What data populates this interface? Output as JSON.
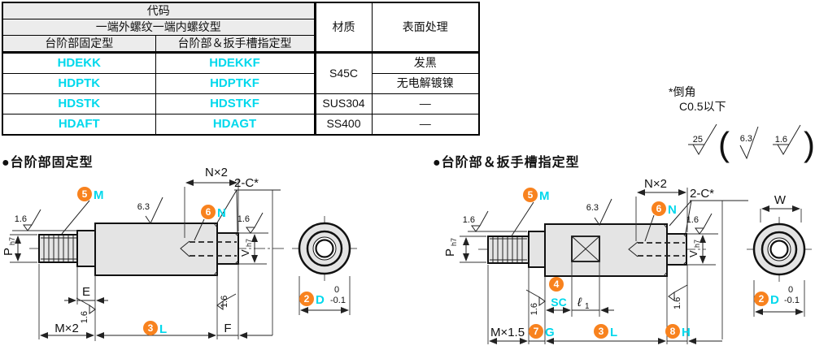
{
  "colors": {
    "accent_orange": "#f8821e",
    "accent_cyan": "#00d8ec"
  },
  "table": {
    "h_code": "代码",
    "h_thread_type": "一端外螺纹一端内螺纹型",
    "h_col_fixed": "台阶部固定型",
    "h_col_wrench": "台阶部＆扳手槽指定型",
    "h_material": "材质",
    "h_surface": "表面处理",
    "rows": [
      {
        "fixed": "HDEKK",
        "wrench": "HDEKKF"
      },
      {
        "fixed": "HDPTK",
        "wrench": "HDPTKF"
      },
      {
        "fixed": "HDSTK",
        "wrench": "HDSTKF"
      },
      {
        "fixed": "HDAFT",
        "wrench": "HDAGT"
      }
    ],
    "mat_s45c": "S45C",
    "mat_sus": "SUS304",
    "mat_ss": "SS400",
    "surf_black": "发黑",
    "surf_nickel": "无电解镀镍",
    "surf_dash1": "—",
    "surf_dash2": "—"
  },
  "note": {
    "chamfer_star": "*倒角",
    "chamfer_value": "C0.5以下",
    "r25": "25",
    "r63": "6.3",
    "r16": "1.6",
    "paren_l": "(",
    "paren_r": ")"
  },
  "left": {
    "title": "●台阶部固定型",
    "r16_tl": "1.6",
    "r63": "6.3",
    "nx2": "N×2",
    "c2": "2-C*",
    "r16_tr": "1.6",
    "num5": "5",
    "m_label": "M",
    "num6": "6",
    "n_label": "N",
    "p": "P",
    "p_sub": "h7",
    "v": "V",
    "v_sub": "h7",
    "e": "E",
    "r16_e": "1.6",
    "mx": "M×2",
    "num3": "3",
    "l_label": "L",
    "f": "F",
    "r16_f": "1.6",
    "num2": "2",
    "d_label": "D",
    "tol_0": "0",
    "tol_m01": "-0.1"
  },
  "right": {
    "title": "●台阶部＆扳手槽指定型",
    "r16_tl": "1.6",
    "r63": "6.3",
    "nx2": "N×2",
    "c2": "2-C*",
    "r16_tr": "1.6",
    "num5": "5",
    "m_label": "M",
    "num6": "6",
    "n_label": "N",
    "p": "P",
    "p_sub": "h7",
    "v": "V",
    "v_sub": "h7",
    "num4": "4",
    "sc": "SC",
    "ell": "ℓ",
    "ell_sub": "1",
    "r16_g": "1.6",
    "mx": "M×1.5",
    "num7": "7",
    "g_label": "G",
    "num3": "3",
    "l_label": "L",
    "num8": "8",
    "h_label": "H",
    "r16_h": "1.6",
    "w": "W",
    "num2": "2",
    "d_label": "D",
    "tol_0": "0",
    "tol_m01": "-0.1"
  }
}
